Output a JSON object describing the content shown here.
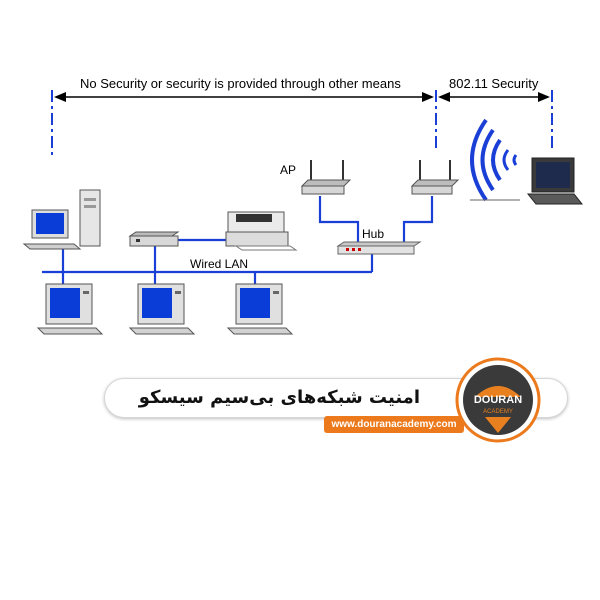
{
  "diagram": {
    "span_left_label": "No Security or security is provided through other means",
    "span_right_label": "802.11 Security",
    "ap_label": "AP",
    "hub_label": "Hub",
    "lan_label": "Wired LAN"
  },
  "banner": {
    "title": "امنیت شبکه‌های بی‌سیم سیسکو",
    "url": "www.douranacademy.com"
  },
  "logo": {
    "name": "DOURAN",
    "sub": "ACADEMY",
    "colors": {
      "ring": "#ec7a1c",
      "dark": "#3a3a3a",
      "accent": "#e8801f"
    }
  },
  "colors": {
    "network_line": "#1a3fd6",
    "screen": "#0a3cd8",
    "marker_line": "#1a3fd6"
  }
}
